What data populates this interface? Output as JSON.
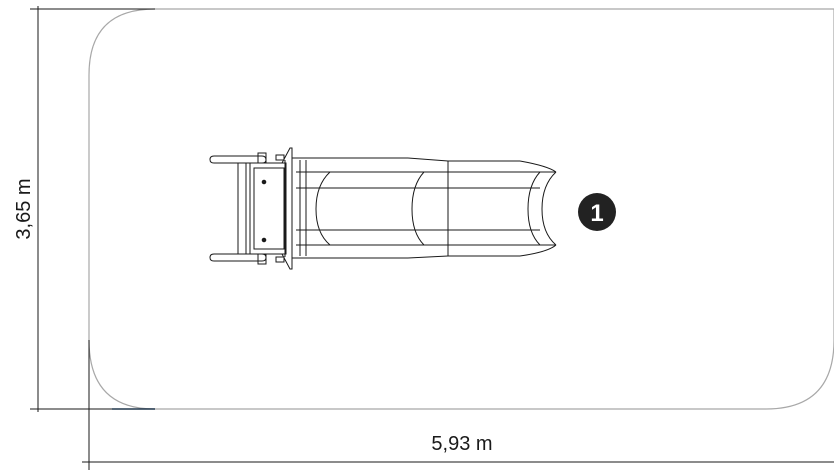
{
  "dimensions": {
    "width_label": "5,93 m",
    "height_label": "3,65 m"
  },
  "item_marker": {
    "label": "1"
  },
  "colors": {
    "line": "#1a1a1a",
    "area_outline": "#a8a8a8",
    "accent": "#2a6fb0",
    "marker_fill": "#222222"
  }
}
